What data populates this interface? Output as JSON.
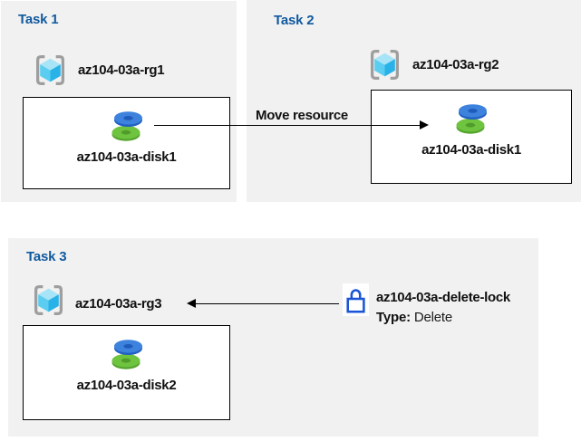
{
  "diagram": {
    "move_arrow_label": "Move resource",
    "tasks": [
      {
        "title": "Task 1",
        "resource_group": "az104-03a-rg1",
        "resource": "az104-03a-disk1"
      },
      {
        "title": "Task 2",
        "resource_group": "az104-03a-rg2",
        "resource": "az104-03a-disk1"
      },
      {
        "title": "Task 3",
        "resource_group": "az104-03a-rg3",
        "resource": "az104-03a-disk2",
        "lock": {
          "name": "az104-03a-delete-lock",
          "type_label": "Type:",
          "type_value": "Delete"
        }
      }
    ]
  },
  "icons": {
    "resource_group": "resource-group-icon",
    "disk": "managed-disk-icon",
    "lock": "delete-lock-icon",
    "move_arrow": "right-arrow",
    "lock_arrow": "left-arrow"
  },
  "colors": {
    "panel_bg": "#f1f1f1",
    "title_blue": "#10599f",
    "label_black": "#111111",
    "box_border": "#000000",
    "arrow_black": "#000000",
    "disk_blue": "#3d82dd",
    "disk_blue_dark": "#2160c4",
    "disk_green": "#6ec33f",
    "disk_green_dark": "#55a52e",
    "cube_top": "#a8e4f7",
    "cube_left": "#5bcdf1",
    "cube_right": "#28b2e8",
    "bracket_gray": "#9e9e9e",
    "lock_blue": "#1b55d6"
  }
}
